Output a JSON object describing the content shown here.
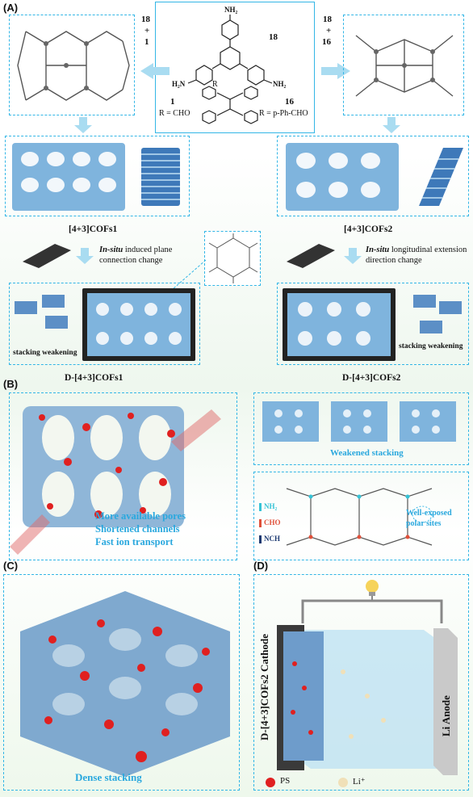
{
  "panel_labels": {
    "a": "(A)",
    "b": "(B)",
    "c": "(C)",
    "d": "(D)"
  },
  "reaction": {
    "top_left_num": "18",
    "top_left_plus": "+",
    "top_left_num2": "1",
    "top_right_num": "18",
    "top_right_plus": "+",
    "top_right_num2": "16",
    "center_num_18": "18",
    "center_num_1": "1",
    "center_num_16": "16",
    "r_cho": "R = CHO",
    "r_pph": "R = p-Ph-CHO",
    "nh2": "NH₂",
    "h2n": "H₂N",
    "r": "R"
  },
  "panel_a": {
    "cofs1_label": "[4+3]COFs1",
    "cofs2_label": "[4+3]COFs2",
    "left_note_italic": "In-situ",
    "left_note_rest": " induced plane connection change",
    "right_note_italic": "In-situ",
    "right_note_rest": " longitudinal extension direction change",
    "stacking_left": "stacking weakening",
    "stacking_right": "stacking weakening",
    "d_cofs1": "D-[4+3]COFs1",
    "d_cofs2": "D-[4+3]COFs2"
  },
  "panel_b": {
    "line1": "More available pores",
    "line2": "Shortened channels",
    "line3": "Fast ion transport",
    "weakened": "Weakened stacking",
    "legend_nh2": "NH₂",
    "legend_cho": "CHO",
    "legend_nch": "NCH",
    "polar1": "Well-exposed",
    "polar2": "polar sites"
  },
  "panel_c": {
    "caption": "Dense stacking"
  },
  "panel_d": {
    "cathode": "D-[4+3]COFs2 Cathode",
    "anode": "Li Anode",
    "ps": "PS",
    "li": "Li⁺"
  },
  "colors": {
    "accent": "#33b6e6",
    "caption_blue": "#2aa8de",
    "ps_red": "#e02020",
    "nh2_cyan": "#35c3d6",
    "cho_red": "#e0503a",
    "nch_navy": "#1d3a72"
  }
}
